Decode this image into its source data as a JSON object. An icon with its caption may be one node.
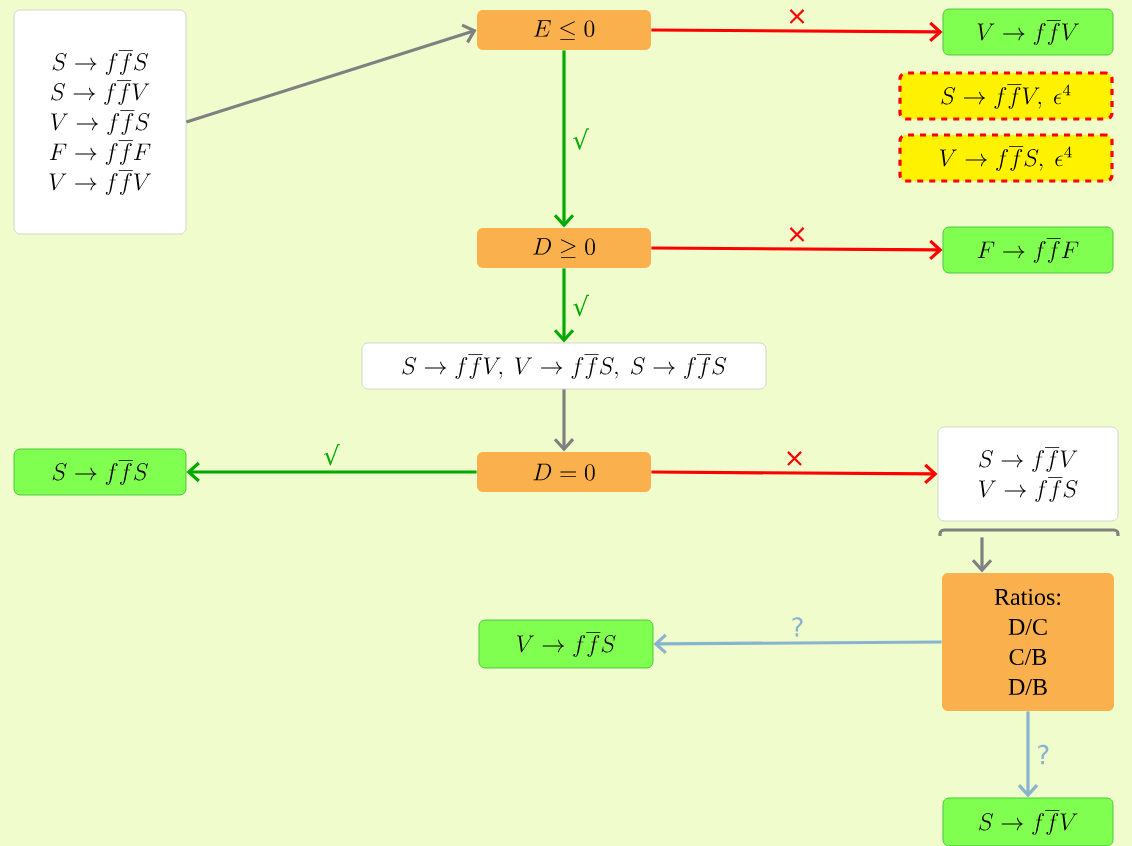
{
  "diagram": {
    "nodes": [
      {
        "text": [
          "S\\to f\\overline{f}S",
          "S\\to f\\overline{f}V",
          "V\\to f\\overline{f}S",
          "F\\to f\\overline{f}F",
          "V\\to f\\overline{f}V"
        ]
      },
      {
        "text": [
          "E\\leq 0"
        ]
      },
      {
        "text": [
          "V\\to f\\overline{f}V"
        ]
      },
      {
        "text": [
          "S\\to f\\overline{f}V,\\ \\epsilon^4"
        ]
      },
      {
        "text": [
          "V\\to f\\overline{f}S,\\ \\epsilon^4"
        ]
      },
      {
        "text": [
          "D\\geq 0"
        ]
      },
      {
        "text": [
          "F\\to f\\overline{f}F"
        ]
      },
      {
        "text": [
          "S\\to f\\overline{f}V,\\ V\\to f\\overline{f}S,\\ S\\to f\\overline{f}S"
        ]
      },
      {
        "text": [
          "D=0"
        ]
      },
      {
        "text": [
          "S\\to f\\overline{f}S"
        ]
      },
      {
        "text": [
          "S\\to f\\overline{f}V",
          "V\\to f\\overline{f}S"
        ]
      },
      {
        "text": [
          "Ratios:",
          "D/C",
          "C/B",
          "D/B"
        ]
      },
      {
        "text": [
          "V\\to f\\overline{f}S"
        ]
      },
      {
        "text": [
          "S\\to f\\overline{f}V"
        ]
      }
    ],
    "edges": [
      {
        "from": 0,
        "to": 1,
        "arrow": "to",
        "color": "#808080"
      },
      {
        "from": 1,
        "to": 2,
        "arrow": "to",
        "label": "×",
        "color": "#ff0000"
      },
      {
        "from": 1,
        "to": 5,
        "arrow": "to",
        "label": "√",
        "color": "#00aa00"
      },
      {
        "from": 5,
        "to": 6,
        "arrow": "to",
        "label": "×",
        "color": "#ff0000"
      },
      {
        "from": 5,
        "to": 7,
        "arrow": "to",
        "label": "√",
        "color": "#00aa00"
      },
      {
        "from": 7,
        "to": 8,
        "arrow": "to",
        "color": "#808080"
      },
      {
        "from": 8,
        "to": 9,
        "arrow": "to",
        "label": "√",
        "color": "#00aa00"
      },
      {
        "from": 8,
        "to": 10,
        "arrow": "to",
        "label": "×",
        "color": "#ff0000"
      },
      {
        "from": 10,
        "to": 11,
        "arrow": "to",
        "color": "#808080"
      },
      {
        "from": 11,
        "to": 12,
        "arrow": "to",
        "label": "?",
        "color": "#88b4d0"
      },
      {
        "from": 11,
        "to": 13,
        "arrow": "to",
        "label": "?",
        "color": "#88b4d0"
      }
    ]
  }
}
